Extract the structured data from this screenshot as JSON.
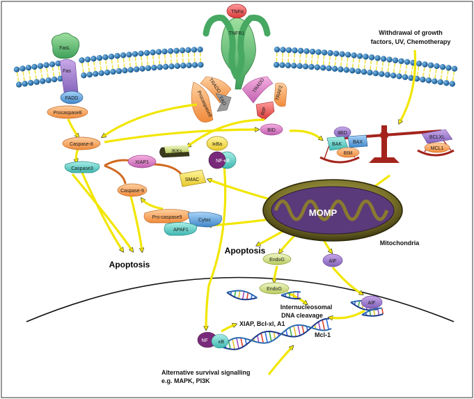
{
  "membrane_receptors": {
    "fasl": "FasL",
    "fas": "Fas",
    "fadd_left": "FADD",
    "procaspase8_left": "Procaspase8",
    "tnfa": "TNFα",
    "tnfr1": "TNFR1",
    "tradd_left": "TRADD",
    "tradd_right": "TRADD",
    "procaspase8_right": "Procaspase8",
    "fad": "FAD",
    "rip": "RIP",
    "traf2": "TRAF2"
  },
  "cytoplasm": {
    "caspase8": "Caspase-8",
    "caspase3": "Caspase3",
    "xiap1": "XIAP1",
    "caspase9": "Caspase-9",
    "smac": "SMAC",
    "iikks": "IKKs",
    "ikba": "IκBa",
    "nfkb": "NF-κB",
    "bid": "BID",
    "prs_caspase9": "Prs-caspase9",
    "cytoc": "Cytoc",
    "apaf1": "APAF1",
    "apoptosis_left": "Apoptosis",
    "apoptosis_mid": "Apoptosis"
  },
  "balance": {
    "tbid": "tBID",
    "bak": "BAK",
    "bax": "BAX",
    "bim": "BIM",
    "bclxl": "BCLXL",
    "mcl1": "MCL1"
  },
  "mitochondria": {
    "momp": "MOMP",
    "label": "Mitochondria",
    "endog": "EndoG",
    "aif": "AIF"
  },
  "nucleus": {
    "endog": "EndoG",
    "aif": "AIF",
    "cleavage_line1": "Internucleosomal",
    "cleavage_line2": "DNA cleavage",
    "nf": "NF",
    "kb": "κB",
    "targets": "XIAP, Bcl-xl, A1",
    "mcl1": "Mcl-1",
    "survival_line1": "Alternative survival signalling",
    "survival_line2": "e.g. MAPK, PI3K"
  },
  "stimuli": {
    "line1": "Withdrawal of growth",
    "line2": "factors, UV, Chemotherapy"
  },
  "colors": {
    "membrane_blue": "#1e6aa0",
    "membrane_yellow": "#f0e34a",
    "arrow_yellow": "#f2e600",
    "mitochondria_olive": "#6f6a1f",
    "mitochondria_purple": "#5a3a7a",
    "scale_red": "#a3241c"
  }
}
